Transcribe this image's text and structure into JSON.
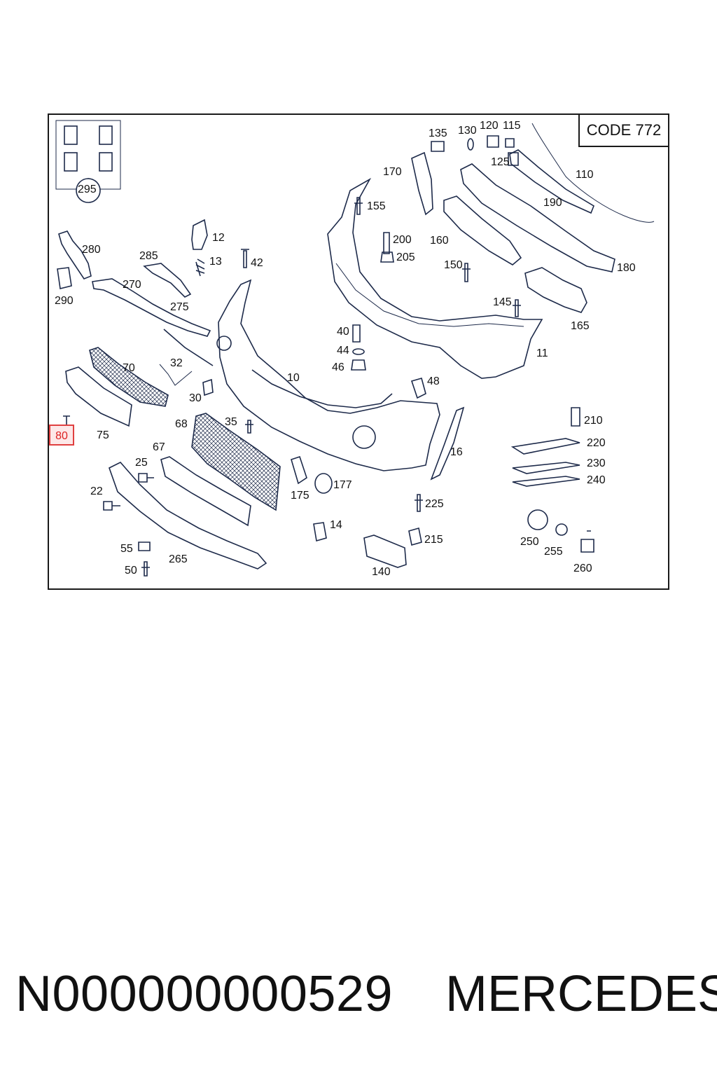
{
  "code_label": "CODE 772",
  "footer": {
    "part_number": "N000000000529",
    "brand": "MERCEDES"
  },
  "highlight_color": "#e04040",
  "callouts": {
    "c295": "295",
    "c280": "280",
    "c290": "290",
    "c285": "285",
    "c270": "270",
    "c275": "275",
    "c12": "12",
    "c13": "13",
    "c42": "42",
    "c32": "32",
    "c70": "70",
    "c30": "30",
    "c75": "75",
    "c80": "80",
    "c68": "68",
    "c35": "35",
    "c67": "67",
    "c25": "25",
    "c22": "22",
    "c55": "55",
    "c50": "50",
    "c265": "265",
    "c10": "10",
    "c175": "175",
    "c177": "177",
    "c14": "14",
    "c140": "140",
    "c135": "135",
    "c130": "130",
    "c120": "120",
    "c115": "115",
    "c125": "125",
    "c170": "170",
    "c110": "110",
    "c155": "155",
    "c190": "190",
    "c200": "200",
    "c205": "205",
    "c160": "160",
    "c150": "150",
    "c180": "180",
    "c145": "145",
    "c165": "165",
    "c40": "40",
    "c44": "44",
    "c46": "46",
    "c11": "11",
    "c48": "48",
    "c16": "16",
    "c210": "210",
    "c220": "220",
    "c230": "230",
    "c240": "240",
    "c225": "225",
    "c215": "215",
    "c250": "250",
    "c255": "255",
    "c260": "260"
  }
}
